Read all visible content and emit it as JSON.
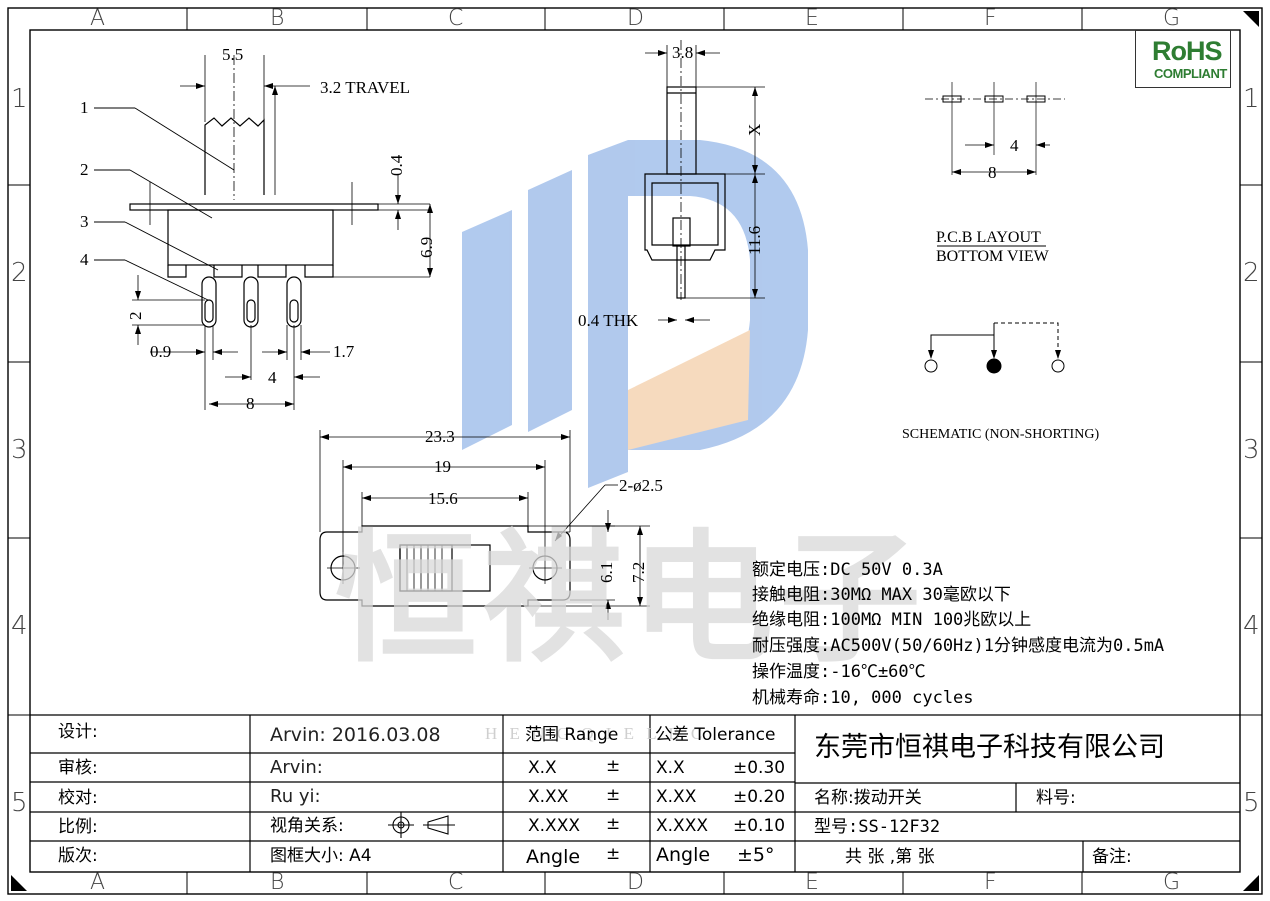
{
  "zones": {
    "columns": [
      "A",
      "B",
      "C",
      "D",
      "E",
      "F",
      "G"
    ],
    "rows": [
      "1",
      "2",
      "3",
      "4",
      "5"
    ]
  },
  "rohs": {
    "line1": "RoHS",
    "line2": "COMPLIANT"
  },
  "side_view": {
    "callouts": [
      "1",
      "2",
      "3",
      "4"
    ],
    "dims": {
      "top_width": "5.5",
      "travel": "3.2 TRAVEL",
      "plate_thk": "0.4",
      "body_height": "6.9",
      "pin_len": "2",
      "pin_w": "0.9",
      "pin_gap": "1.7",
      "pitch": "4",
      "span": "8"
    }
  },
  "front_view": {
    "dims": {
      "knob_w": "3.8",
      "knob_len": "X",
      "height": "11.6",
      "pin_thk": "0.4 THK"
    }
  },
  "top_view": {
    "dims": {
      "overall": "23.3",
      "holes": "19",
      "body": "15.6",
      "hole_dia": "2-ø2.5",
      "inner_h": "6.1",
      "outer_h": "7.2"
    }
  },
  "pcb": {
    "pitch": "4",
    "span": "8",
    "title_line1": "P.C.B LAYOUT",
    "title_line2": "BOTTOM VIEW"
  },
  "schematic": {
    "caption": "SCHEMATIC (NON-SHORTING)"
  },
  "specs": [
    "额定电压:DC 50V 0.3A",
    "接触电阻:30MΩ  MAX 30毫欧以下",
    "绝缘电阻:100MΩ  MIN 100兆欧以上",
    "耐压强度:AC500V(50/60Hz)1分钟感度电流为0.5mA",
    "操作温度:-16℃±60℃",
    "机械寿命:10, 000 cycles"
  ],
  "watermark": {
    "text": "恒祺电子",
    "strip": "H E N G Q I  E L E C"
  },
  "title_block": {
    "labels": [
      "设计:",
      "审核:",
      "校对:",
      "比例:",
      "版次:"
    ],
    "values": [
      "Arvin:  2016.03.08",
      "Arvin:",
      "Ru  yi:",
      "视角关系:",
      "图框大小:  A4"
    ],
    "range_header": "范围 Range",
    "tol_header": "公差 Tolerance",
    "range_rows": [
      [
        "X.X",
        "±"
      ],
      [
        "X.XX",
        "±"
      ],
      [
        "X.XXX",
        "±"
      ],
      [
        "Angle",
        "±"
      ]
    ],
    "tol_rows": [
      [
        "X.X",
        "±0.30"
      ],
      [
        "X.XX",
        "±0.20"
      ],
      [
        "X.XXX",
        "±0.10"
      ],
      [
        "Angle",
        "±5°"
      ]
    ],
    "company": "东莞市恒祺电子科技有限公司",
    "name": "名称:拨动开关",
    "part_no": "料号:",
    "model": "型号:SS-12F32",
    "sheets": "共   张 ,第   张",
    "remark": "备注:"
  },
  "colors": {
    "line": "#000000",
    "watermark_blue": "#a9c4ec",
    "watermark_orange": "#f6d7b8",
    "watermark_gray": "#d9d9d9",
    "rohs_green": "#2e7d32"
  }
}
